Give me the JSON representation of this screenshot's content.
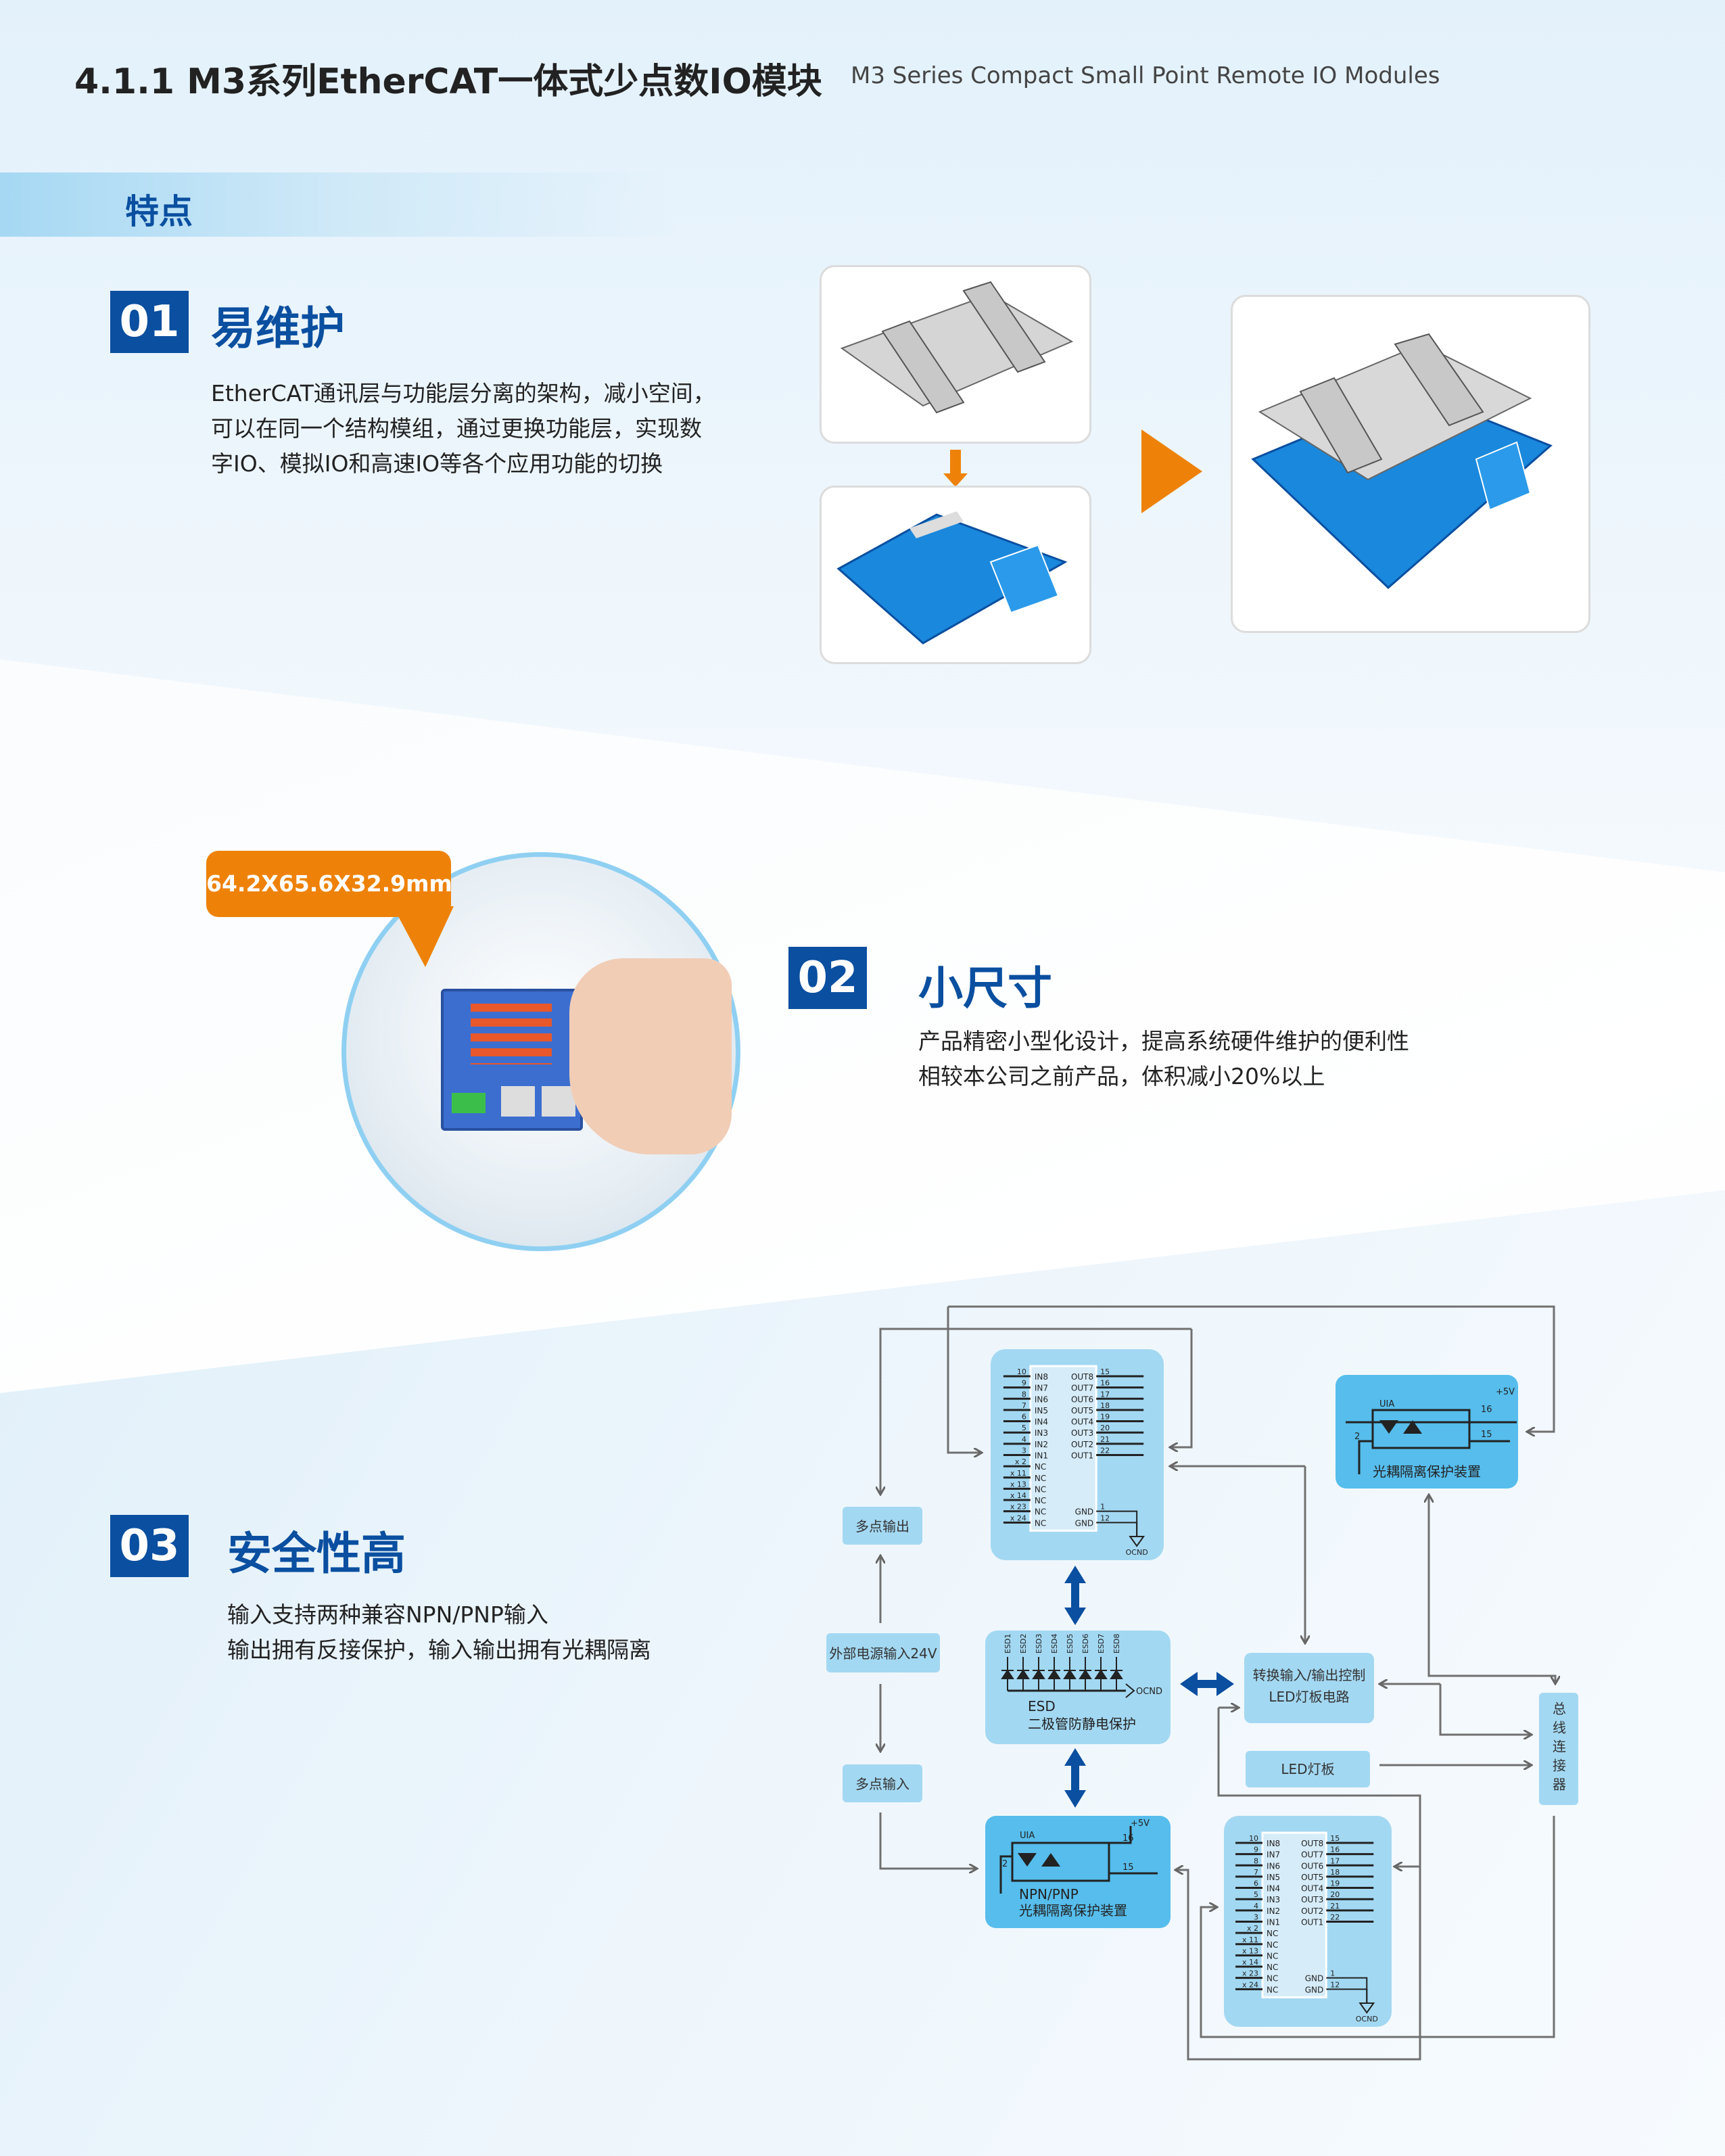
{
  "header": {
    "section_number": "4.1.1",
    "title": "4.1.1  M3系列EtherCAT一体式少点数IO模块",
    "subtitle": "M3 Series Compact Small Point Remote IO Modules"
  },
  "band": {
    "label": "特点"
  },
  "feature1": {
    "number": "01",
    "heading": "易维护",
    "lines": [
      "EtherCAT通讯层与功能层分离的架构，减小空间，",
      "可以在同一个结构模组，通过更换功能层，实现数",
      "字IO、模拟IO和高速IO等各个应用功能的切换"
    ]
  },
  "feature2": {
    "number": "02",
    "heading": "小尺寸",
    "dimension": "64.2X65.6X32.9mm",
    "lines": [
      "产品精密小型化设计，提高系统硬件维护的便利性",
      "相较本公司之前产品，体积减小20%以上"
    ]
  },
  "feature3": {
    "number": "03",
    "heading": "安全性高",
    "lines": [
      "输入支持两种兼容NPN/PNP输入",
      "输出拥有反接保护，输入输出拥有光耦隔离"
    ]
  },
  "diagram": {
    "multi_output": "多点输出",
    "power_input": "外部电源输入24V",
    "multi_input": "多点输入",
    "esd_title": "ESD",
    "esd_desc": "二极管防静电保护",
    "esd_ground": "OCND",
    "opto_top": "光耦隔离保护装置",
    "opto_chip": "UIA",
    "opto_vcc": "+5V",
    "npn_title": "NPN/PNP",
    "npn_desc": "光耦隔离保护装置",
    "convert_line1": "转换输入/输出控制",
    "convert_line2": "LED灯板电路",
    "led_board": "LED灯板",
    "bus_connector": "总线连接器",
    "ic_ground": "OCND",
    "esd_pins": [
      "ESD1",
      "ESD2",
      "ESD3",
      "ESD4",
      "ESD5",
      "ESD6",
      "ESD7",
      "ESD8"
    ],
    "ic_left": [
      [
        "10",
        "IN8"
      ],
      [
        "9",
        "IN7"
      ],
      [
        "8",
        "IN6"
      ],
      [
        "7",
        "IN5"
      ],
      [
        "6",
        "IN4"
      ],
      [
        "5",
        "IN3"
      ],
      [
        "4",
        "IN2"
      ],
      [
        "3",
        "IN1"
      ],
      [
        "2",
        "NC"
      ],
      [
        "11",
        "NC"
      ],
      [
        "13",
        "NC"
      ],
      [
        "14",
        "NC"
      ],
      [
        "23",
        "NC"
      ],
      [
        "24",
        "NC"
      ]
    ],
    "ic_right": [
      [
        "15",
        "OUT8"
      ],
      [
        "16",
        "OUT7"
      ],
      [
        "17",
        "OUT6"
      ],
      [
        "18",
        "OUT5"
      ],
      [
        "19",
        "OUT4"
      ],
      [
        "20",
        "OUT3"
      ],
      [
        "21",
        "OUT2"
      ],
      [
        "22",
        "OUT1"
      ]
    ],
    "ic_gnd": [
      [
        "1",
        "GND"
      ],
      [
        "12",
        "GND"
      ]
    ],
    "opto_pins": [
      "2",
      "16",
      "15"
    ]
  },
  "colors": {
    "brand": "#0a4fa0",
    "accent": "#ee8208",
    "box": "#a3d8f2",
    "box_dark": "#56bdec"
  }
}
